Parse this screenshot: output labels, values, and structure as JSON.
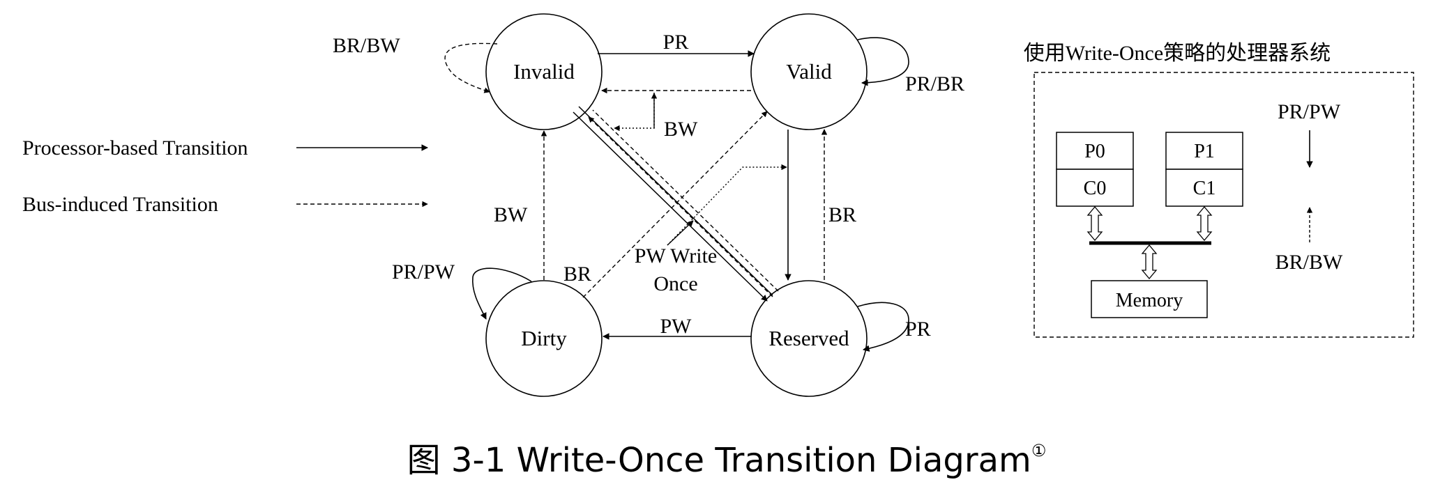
{
  "caption": "图 3-1 Write-Once Transition Diagram",
  "footnote_mark": "①",
  "legend": {
    "processor_label": "Processor-based Transition",
    "bus_label": "Bus-induced Transition"
  },
  "states": {
    "invalid": "Invalid",
    "valid": "Valid",
    "dirty": "Dirty",
    "reserved": "Reserved"
  },
  "transitions": {
    "invalid_self": "BR/BW",
    "invalid_to_valid": "PR",
    "valid_to_invalid": "BW",
    "valid_self": "PR/BR",
    "dirty_to_invalid": "BW",
    "dirty_to_valid": "BR",
    "reserved_to_valid": "BR",
    "dirty_self": "PR/PW",
    "reserved_self": "PR",
    "reserved_to_dirty": "PW",
    "valid_to_reserved_line1": "PW Write",
    "valid_to_reserved_line2": "Once"
  },
  "system": {
    "title": "使用Write-Once策略的处理器系统",
    "p0": "P0",
    "c0": "C0",
    "p1": "P1",
    "c1": "C1",
    "memory": "Memory",
    "proc_arrow_label": "PR/PW",
    "bus_arrow_label": "BR/BW"
  }
}
